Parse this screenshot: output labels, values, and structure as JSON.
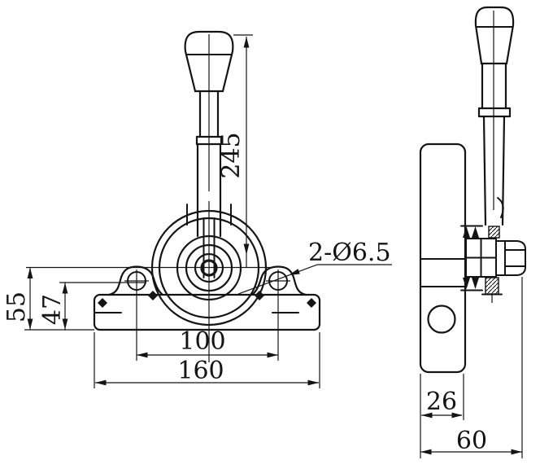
{
  "drawing": {
    "kind": "engineering-drawing-two-views",
    "background": "#ffffff",
    "line_color": "#141414",
    "views": [
      "front-view",
      "side-view"
    ]
  },
  "dims": {
    "lever_length": "245",
    "overall_height": "55",
    "hole_center_height": "47",
    "hole_spacing": "100",
    "base_width": "160",
    "hole_callout": "2-Ø6.5",
    "body_width": "26",
    "overall_depth": "60"
  }
}
